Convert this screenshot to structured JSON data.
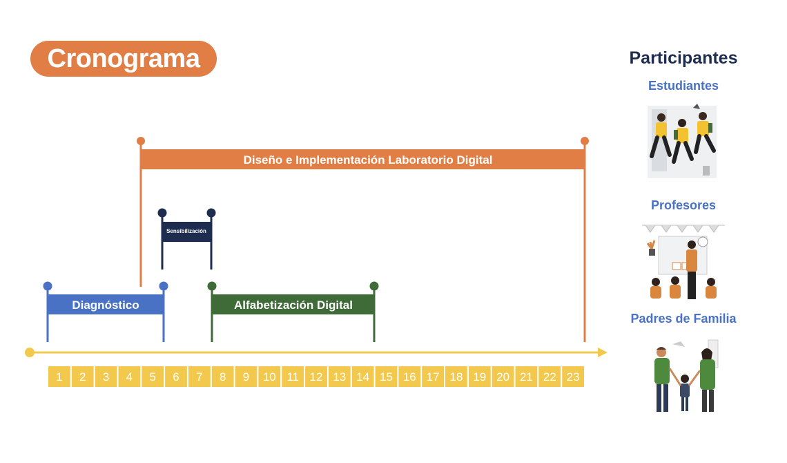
{
  "title": "Cronograma",
  "colors": {
    "orange": "#E07E45",
    "blue": "#4A72C4",
    "navy": "#1E2D4F",
    "green": "#3F6B38",
    "yellow": "#F2C94C",
    "axis": "#F2C94C"
  },
  "activities": {
    "diseno": "Diseño e Implementación Laboratorio Digital",
    "sensibilizacion": "Sensibilización",
    "diagnostico": "Diagnóstico",
    "alfabetizacion": "Alfabetización Digital"
  },
  "weeks": [
    "1",
    "2",
    "3",
    "4",
    "5",
    "6",
    "7",
    "8",
    "9",
    "10",
    "11",
    "12",
    "13",
    "14",
    "15",
    "16",
    "17",
    "18",
    "19",
    "20",
    "21",
    "22",
    "23"
  ],
  "participants": {
    "title": "Participantes",
    "groups": [
      {
        "label": "Estudiantes",
        "icon": "students-jumping-illustration"
      },
      {
        "label": "Profesores",
        "icon": "teacher-classroom-illustration"
      },
      {
        "label": "Padres de Familia",
        "icon": "family-walking-illustration"
      }
    ]
  }
}
